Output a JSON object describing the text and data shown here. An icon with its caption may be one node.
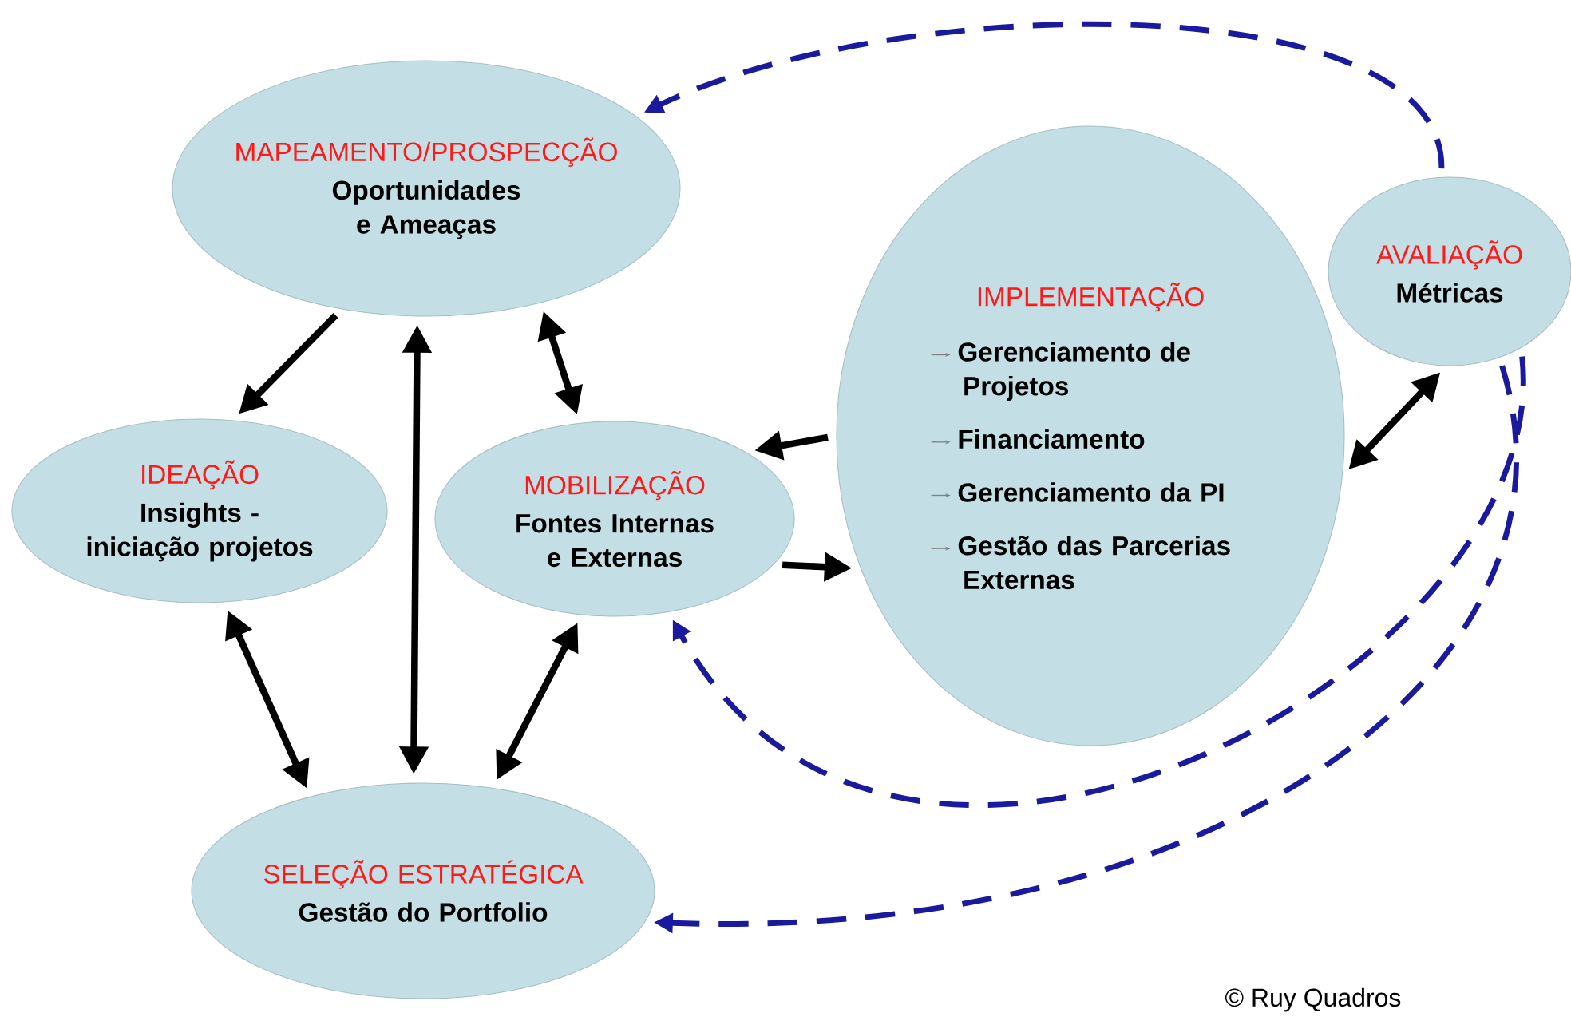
{
  "diagram": {
    "nodes": [
      {
        "text": [
          "MAPEAMENTO/PROSPECÇÃO",
          "Oportunidades e Ameaças"
        ]
      },
      {
        "text": [
          "IDEAÇÃO",
          "Insights - iniciação projetos"
        ]
      },
      {
        "text": [
          "MOBILIZAÇÃO",
          "Fontes Internas e Externas"
        ]
      },
      {
        "text": [
          "IMPLEMENTAÇÃO",
          "Gerenciamento de Projetos",
          "Financiamento",
          "Gerenciamento da PI",
          "Gestão das Parcerias Externas"
        ]
      },
      {
        "text": [
          "AVALIAÇÃO",
          "Métricas"
        ]
      },
      {
        "text": [
          "SELEÇÃO ESTRATÉGICA",
          "Gestão do Portfolio"
        ]
      }
    ],
    "edges": [
      {
        "from": 0,
        "to": 1,
        "arrow": "to"
      },
      {
        "from": 5,
        "to": 0,
        "arrow": "both"
      },
      {
        "from": 0,
        "to": 2,
        "arrow": "both"
      },
      {
        "from": 3,
        "to": 2,
        "arrow": "to"
      },
      {
        "from": 2,
        "to": 3,
        "arrow": "to"
      },
      {
        "from": 1,
        "to": 5,
        "arrow": "both"
      },
      {
        "from": 2,
        "to": 5,
        "arrow": "both"
      },
      {
        "from": 4,
        "to": 3,
        "arrow": "both"
      },
      {
        "from": 4,
        "to": 0,
        "arrow": "to",
        "style": "dashed",
        "color": "#1a1a9e"
      },
      {
        "from": 4,
        "to": 2,
        "arrow": "to",
        "style": "dashed",
        "color": "#1a1a9e"
      },
      {
        "from": 4,
        "to": 5,
        "arrow": "to",
        "style": "dashed",
        "color": "#1a1a9e"
      }
    ],
    "labels": [
      "© Ruy Quadros"
    ]
  }
}
